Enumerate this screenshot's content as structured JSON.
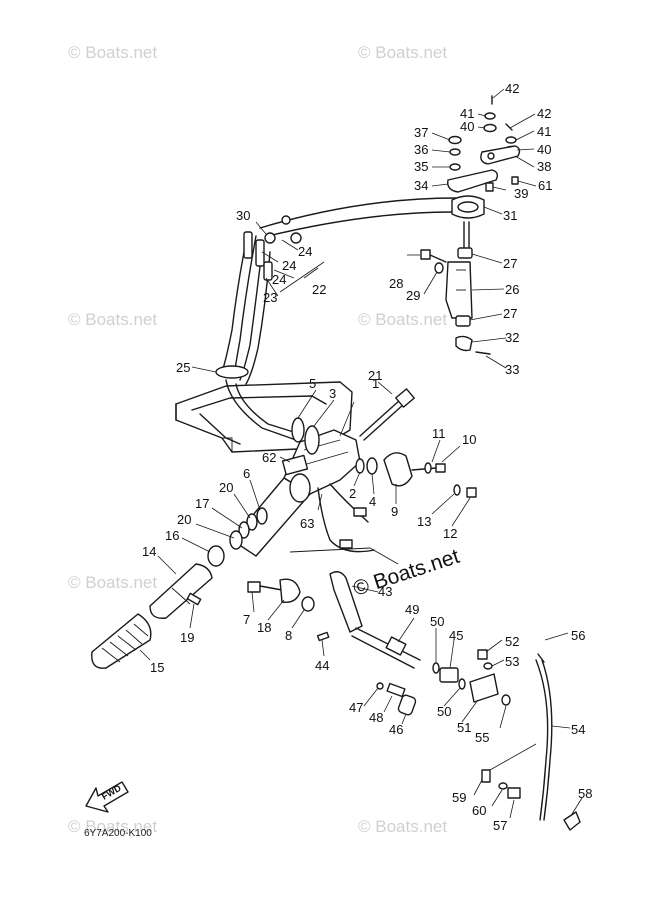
{
  "watermark": "© Boats.net",
  "fwd_label": "FWD",
  "drawing_code": "6Y7A200-K100",
  "callouts": [
    "1",
    "2",
    "3",
    "4",
    "5",
    "6",
    "7",
    "8",
    "9",
    "10",
    "11",
    "12",
    "13",
    "14",
    "15",
    "16",
    "17",
    "18",
    "19",
    "20",
    "20",
    "21",
    "22",
    "23",
    "24",
    "24",
    "24",
    "25",
    "26",
    "27",
    "27",
    "28",
    "29",
    "30",
    "31",
    "32",
    "33",
    "34",
    "35",
    "36",
    "37",
    "38",
    "39",
    "40",
    "40",
    "41",
    "41",
    "42",
    "42",
    "43",
    "44",
    "45",
    "46",
    "47",
    "48",
    "49",
    "50",
    "50",
    "51",
    "52",
    "53",
    "54",
    "55",
    "56",
    "57",
    "58",
    "59",
    "60",
    "61",
    "62",
    "63"
  ]
}
